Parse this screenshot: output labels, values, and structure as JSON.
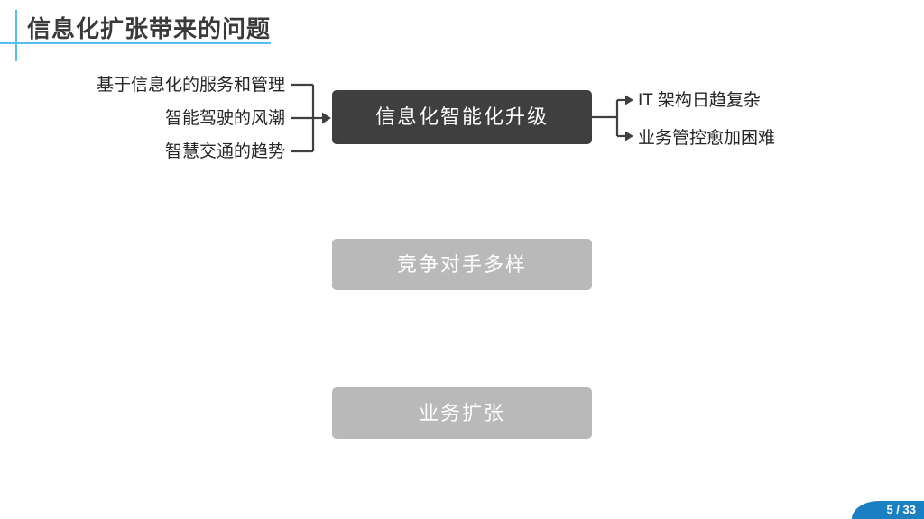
{
  "slide": {
    "title": "信息化扩张带来的问题",
    "page_number": "5 / 33"
  },
  "diagram": {
    "causes": [
      "基于信息化的服务和管理",
      "智能驾驶的风潮",
      "智慧交通的趋势"
    ],
    "main_box": "信息化智能化升级",
    "effects": [
      "IT 架构日趋复杂",
      "业务管控愈加困难"
    ],
    "secondary_boxes": [
      "竞争对手多样",
      "业务扩张"
    ]
  },
  "colors": {
    "accent_blue": "#56bfe9",
    "badge_blue": "#1b80c2",
    "dark_box_gray": "#3f3f3f",
    "light_box_gray": "#b9b9b9",
    "connector_gray": "#404040",
    "text_dark": "#262626"
  }
}
